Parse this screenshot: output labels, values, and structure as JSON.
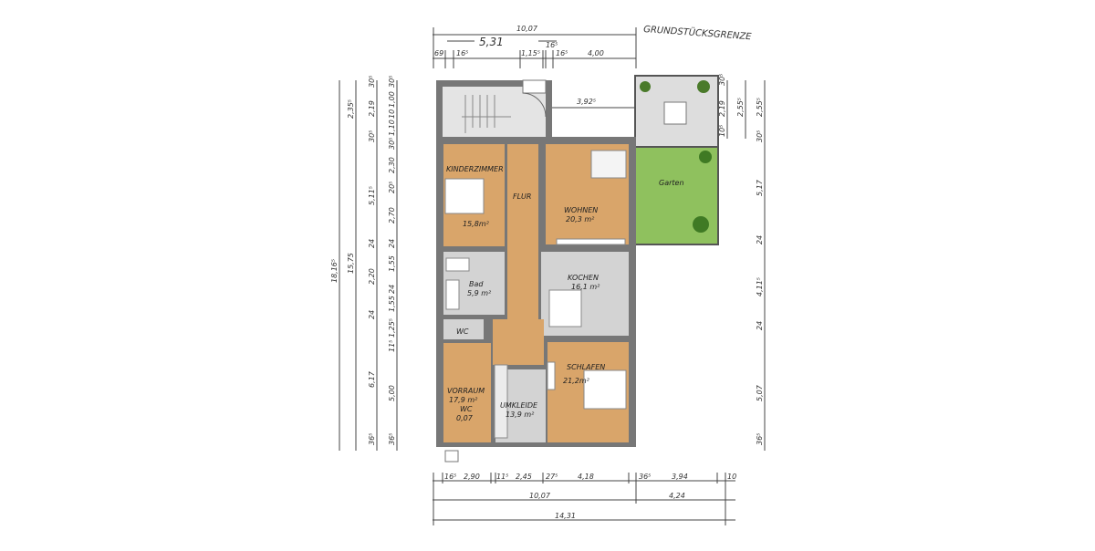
{
  "title": "GRUNDSTÜCKSGRENZE",
  "rooms": {
    "kinderzimmer": {
      "name": "KINDERZIMMER",
      "area": "15,8m²"
    },
    "flur": {
      "name": "FLUR"
    },
    "wohnen": {
      "name": "WOHNEN",
      "area": "20,3 m²"
    },
    "bad": {
      "name": "Bad",
      "area": "5,9 m²"
    },
    "kochen": {
      "name": "KOCHEN",
      "area": "16,1 m²"
    },
    "wc_small": {
      "name": "WC"
    },
    "vorraum": {
      "name": "VORRAUM",
      "area": "17,9 m²",
      "extra1": "WC",
      "extra2": "0,07"
    },
    "umkleide": {
      "name": "UMKLEIDE",
      "area": "13,9 m²"
    },
    "schlafen": {
      "name": "SCHLAFEN",
      "area": "21,2m²"
    },
    "garten": {
      "name": "Garten"
    }
  },
  "dimensions": {
    "top": [
      "10,07",
      "5,31",
      "69",
      "16⁵",
      "1,15⁵",
      "16⁵",
      "16⁵",
      "4,00",
      "3,92⁵"
    ],
    "bottom_row1": [
      "16⁵",
      "2,90",
      "11⁵",
      "2,45",
      "27⁵",
      "4,18",
      "36⁵",
      "3,94",
      "10"
    ],
    "bottom_row2": [
      "10,07",
      "4,24"
    ],
    "bottom_row3": [
      "14,31"
    ],
    "left_outer": [
      "18,16⁵"
    ],
    "left_2": [
      "2,35⁵",
      "15,75"
    ],
    "left_3": [
      "30⁵",
      "2,19",
      "30⁵",
      "5,11⁵",
      "24",
      "2,20",
      "24",
      "6,17",
      "36⁵"
    ],
    "left_4": [
      "30⁵",
      "1,00",
      "10",
      "1,10",
      "30⁵",
      "2,30",
      "20⁵",
      "2,70",
      "24",
      "1,55",
      "24",
      "1,55",
      "1,25⁵",
      "11⁵",
      "5,00",
      "36⁵"
    ],
    "right_1": [
      "30⁵",
      "2,19",
      "10⁵"
    ],
    "right_2": [
      "2,55⁵",
      "2,55⁵",
      "30⁵",
      "5,17",
      "24",
      "4,11⁵",
      "24",
      "5,07",
      "36⁵"
    ]
  },
  "colors": {
    "wood": "#d9a56a",
    "tile": "#d3d3d3",
    "garden": "#8fc15e",
    "wall": "#777777"
  }
}
